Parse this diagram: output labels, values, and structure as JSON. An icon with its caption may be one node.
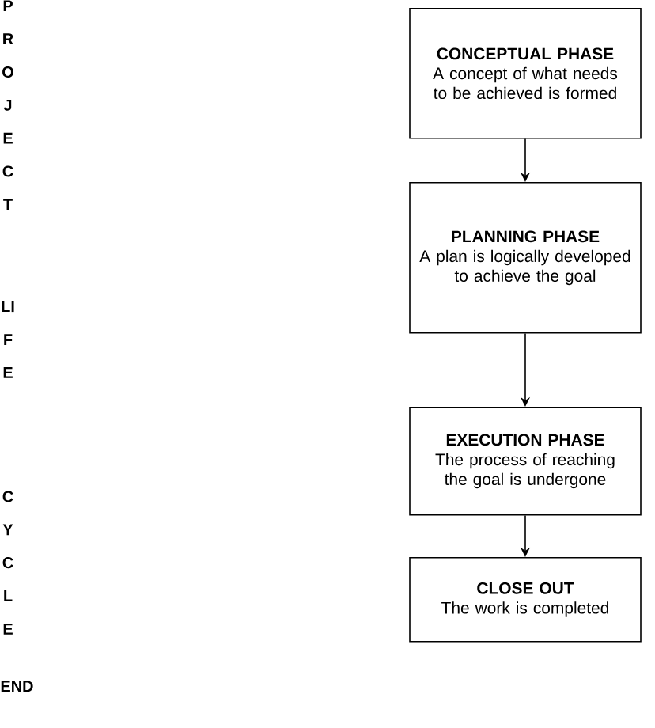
{
  "diagram": {
    "nodes": [
      {
        "text": [
          "CONCEPTUAL PHASE",
          "A concept of what needs to be achieved is formed"
        ]
      },
      {
        "text": [
          "PLANNING PHASE",
          "A plan is logically developed to achieve the goal"
        ]
      },
      {
        "text": [
          "EXECUTION PHASE",
          "The process of reaching the goal is undergone"
        ]
      },
      {
        "text": [
          "CLOSE OUT",
          "The work is completed"
        ]
      }
    ],
    "edges": [
      {
        "from": 0,
        "to": 1,
        "arrow": "to"
      },
      {
        "from": 1,
        "to": 2,
        "arrow": "to"
      },
      {
        "from": 2,
        "to": 3,
        "arrow": "to"
      }
    ],
    "labels": [
      "PROJECT",
      "LIFE",
      "CYCLE",
      "END"
    ]
  }
}
